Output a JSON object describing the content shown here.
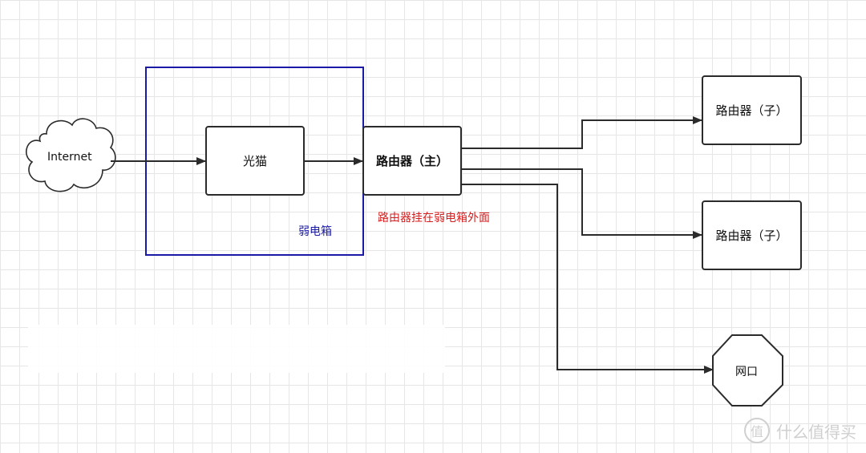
{
  "nodes": {
    "internet": "Internet",
    "modem": "光猫",
    "main_router": "路由器（主）",
    "sub_router_1": "路由器（子）",
    "sub_router_2": "路由器（子）",
    "ethernet_port": "网口"
  },
  "labels": {
    "box_label": "弱电箱",
    "annotation": "路由器挂在弱电箱外面"
  },
  "watermark": {
    "icon_text": "值",
    "text": "什么值得买"
  },
  "colors": {
    "box_border": "#1a1aa6",
    "box_label": "#1a1aa6",
    "annotation": "#d42020",
    "line": "#2b2b2b"
  }
}
